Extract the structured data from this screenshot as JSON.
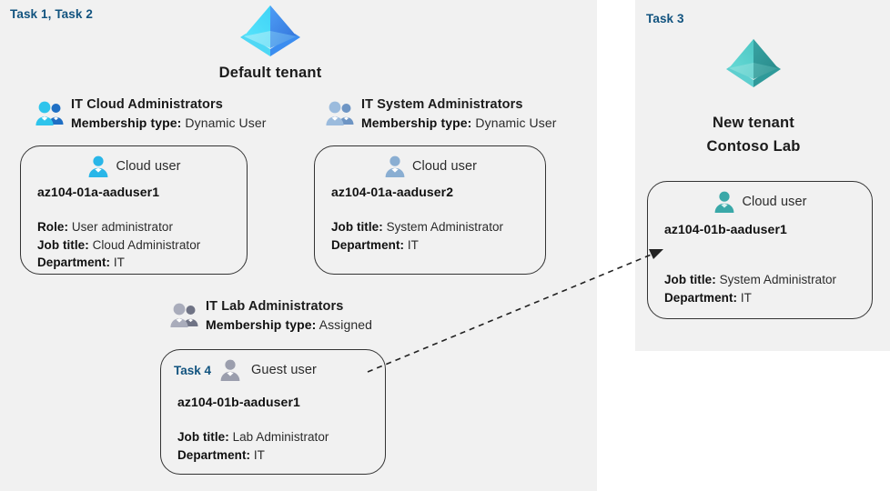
{
  "colors": {
    "panel_bg": "#f1f1f1",
    "page_bg": "#ffffff",
    "task_label": "#11537f",
    "card_border": "#333333",
    "text": "#1b1b1b",
    "tenant_default_left": "#4fd8f5",
    "tenant_default_right": "#3b8df0",
    "tenant_new_left": "#5ecfcf",
    "tenant_new_right": "#2f9a9a",
    "icon_cloud_user_bright": "#29b6e8",
    "icon_cloud_user_muted": "#8aaed2",
    "icon_cloud_user_teal": "#3aa8a8",
    "icon_guest_user_gray": "#9b9ead"
  },
  "left_panel": {
    "task_tag": "Task 1, Task 2",
    "tenant": {
      "icon": "azure-tenant-pyramid-icon",
      "label": "Default tenant"
    },
    "groups": [
      {
        "id": "it-cloud-administrators",
        "icon": "group-users-icon",
        "title": "IT Cloud Administrators",
        "membership_label": "Membership type:",
        "membership_value": "Dynamic User",
        "card": {
          "user_icon": "cloud-user-icon",
          "user_kind": "Cloud user",
          "user_name": "az104-01a-aaduser1",
          "properties": [
            {
              "label": "Role:",
              "value": "User administrator"
            },
            {
              "label": "Job title:",
              "value": "Cloud Administrator"
            },
            {
              "label": "Department:",
              "value": "IT"
            }
          ]
        }
      },
      {
        "id": "it-system-administrators",
        "icon": "group-users-icon",
        "title": "IT System Administrators",
        "membership_label": "Membership type:",
        "membership_value": "Dynamic User",
        "card": {
          "user_icon": "cloud-user-icon",
          "user_kind": "Cloud user",
          "user_name": "az104-01a-aaduser2",
          "properties": [
            {
              "label": "Job title:",
              "value": "System Administrator"
            },
            {
              "label": "Department:",
              "value": "IT"
            }
          ]
        }
      },
      {
        "id": "it-lab-administrators",
        "icon": "group-users-icon",
        "title": "IT Lab Administrators",
        "membership_label": "Membership type:",
        "membership_value": "Assigned",
        "card": {
          "inline_task_tag": "Task 4",
          "user_icon": "guest-user-icon",
          "user_kind": "Guest user",
          "user_name": "az104-01b-aaduser1",
          "properties": [
            {
              "label": "Job title:",
              "value": "Lab Administrator"
            },
            {
              "label": "Department:",
              "value": "IT"
            }
          ]
        }
      }
    ]
  },
  "right_panel": {
    "task_tag": "Task 3",
    "tenant": {
      "icon": "azure-tenant-pyramid-icon",
      "label_line1": "New  tenant",
      "label_line2": "Contoso Lab"
    },
    "card": {
      "user_icon": "cloud-user-icon",
      "user_kind": "Cloud user",
      "user_name": "az104-01b-aaduser1",
      "properties": [
        {
          "label": "Job title:",
          "value": "System Administrator"
        },
        {
          "label": "Department:",
          "value": "IT"
        }
      ]
    }
  },
  "connector": {
    "name": "guest-invite-arrow",
    "style": "dashed",
    "from": "it-lab-administrators-card",
    "to": "contoso-lab-user-card"
  }
}
